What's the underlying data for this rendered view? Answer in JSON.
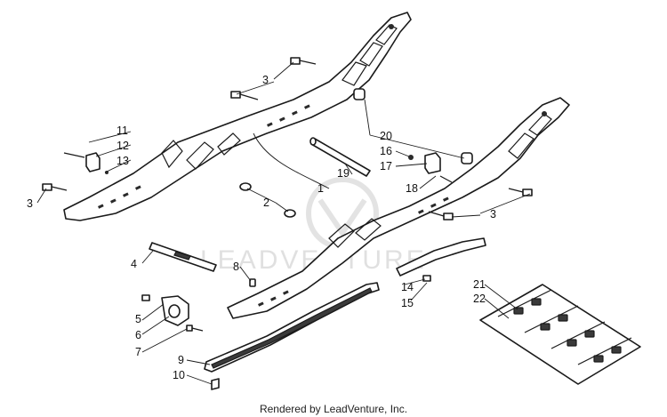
{
  "watermark": {
    "text": "LEADVENTURE"
  },
  "credit": "Rendered by LeadVenture, Inc.",
  "callouts": [
    "1",
    "2",
    "3",
    "4",
    "5",
    "6",
    "7",
    "8",
    "9",
    "10",
    "11",
    "12",
    "13",
    "14",
    "15",
    "16",
    "17",
    "18",
    "19",
    "20",
    "21",
    "22"
  ],
  "colors": {
    "line": "#1a1a1a",
    "background": "#ffffff",
    "watermark": "#d9d9d9"
  }
}
